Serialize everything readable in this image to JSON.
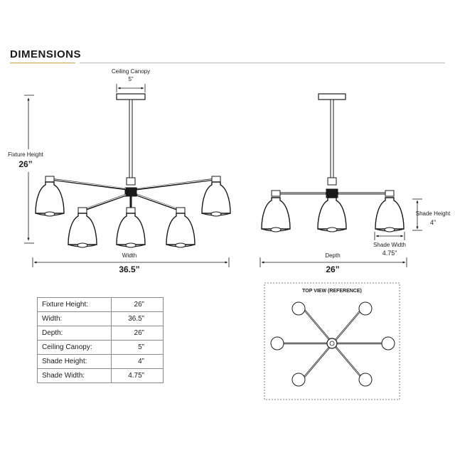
{
  "header": {
    "title": "DIMENSIONS"
  },
  "front_view": {
    "ceiling_canopy": {
      "label": "Ceiling Canopy",
      "value": "5”"
    },
    "fixture_height": {
      "label": "Fixture Height",
      "value": "26”"
    },
    "width": {
      "label": "Width",
      "value": "36.5”"
    }
  },
  "side_view": {
    "depth": {
      "label": "Depth",
      "value": "26”"
    },
    "shade_height": {
      "label": "Shade Height",
      "value": "4”"
    },
    "shade_width": {
      "label": "Shade Width",
      "value": "4.75”"
    }
  },
  "top_view": {
    "label": "TOP VIEW (REFERENCE)"
  },
  "specs": [
    {
      "label": "Fixture Height:",
      "value": "26”"
    },
    {
      "label": "Width:",
      "value": "36.5”"
    },
    {
      "label": "Depth:",
      "value": "26”"
    },
    {
      "label": "Ceiling Canopy:",
      "value": "5”"
    },
    {
      "label": "Shade Height:",
      "value": "4”"
    },
    {
      "label": "Shade Width:",
      "value": "4.75”"
    }
  ],
  "colors": {
    "accent": "#c9a64a",
    "line": "#1a1a1a",
    "rule": "#b8b8b8"
  }
}
